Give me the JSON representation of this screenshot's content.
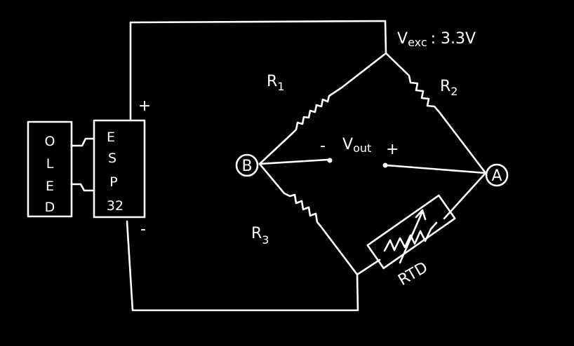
{
  "diagram": {
    "title": "",
    "excitation": {
      "label": "V",
      "subscript": "exc",
      "value": ": 3.3V"
    },
    "resistors": [
      {
        "label": "R",
        "subscript": "1"
      },
      {
        "label": "R",
        "subscript": "2"
      },
      {
        "label": "R",
        "subscript": "3"
      }
    ],
    "rtd": {
      "label": "RTD"
    },
    "nodes": [
      {
        "label": "A"
      },
      {
        "label": "B"
      }
    ],
    "vout": {
      "label": "V",
      "subscript": "out",
      "minus": "-",
      "plus": "+"
    },
    "esp_terminals": {
      "plus": "+",
      "minus": "-"
    },
    "oled_letters": [
      "O",
      "L",
      "E",
      "D"
    ],
    "esp_letters": [
      "E",
      "S",
      "P",
      "32"
    ],
    "colors": {
      "background": "#000000",
      "ink": "#ffffff"
    }
  }
}
